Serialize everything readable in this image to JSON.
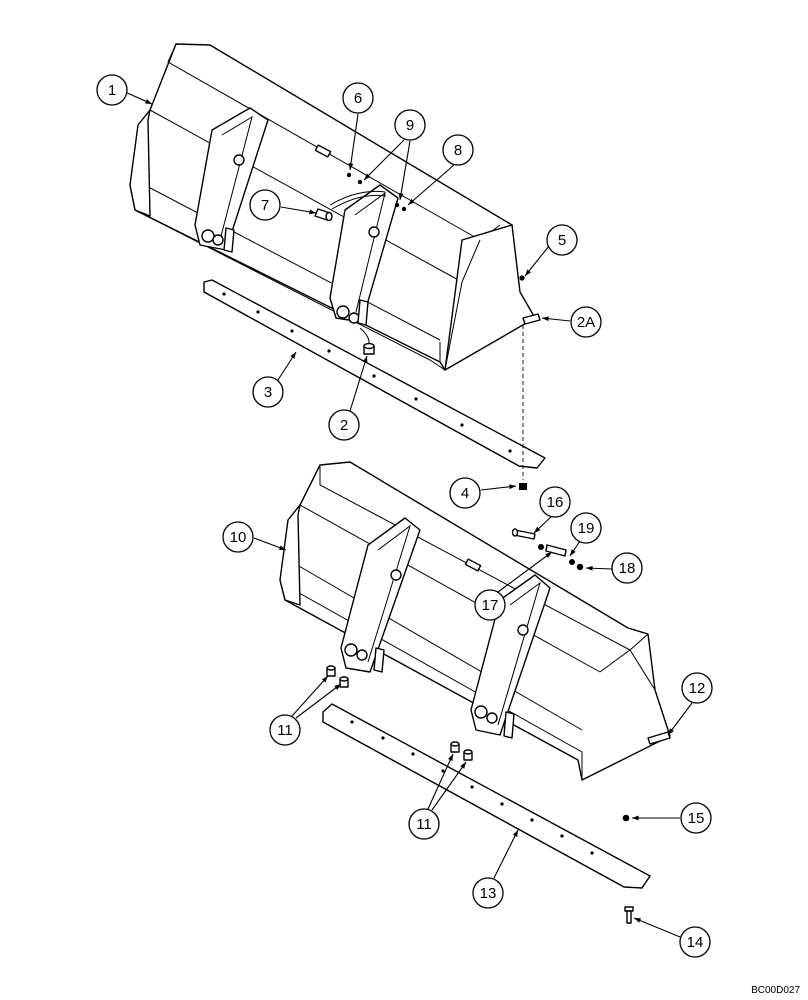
{
  "drawing_code": "BC00D027",
  "callouts": [
    {
      "label": "1"
    },
    {
      "label": "6"
    },
    {
      "label": "9"
    },
    {
      "label": "8"
    },
    {
      "label": "7"
    },
    {
      "label": "5"
    },
    {
      "label": "2A"
    },
    {
      "label": "3"
    },
    {
      "label": "2"
    },
    {
      "label": "4"
    },
    {
      "label": "16"
    },
    {
      "label": "19"
    },
    {
      "label": "18"
    },
    {
      "label": "17"
    },
    {
      "label": "10"
    },
    {
      "label": "12"
    },
    {
      "label": "11"
    },
    {
      "label": "11"
    },
    {
      "label": "15"
    },
    {
      "label": "13"
    },
    {
      "label": "14"
    }
  ]
}
